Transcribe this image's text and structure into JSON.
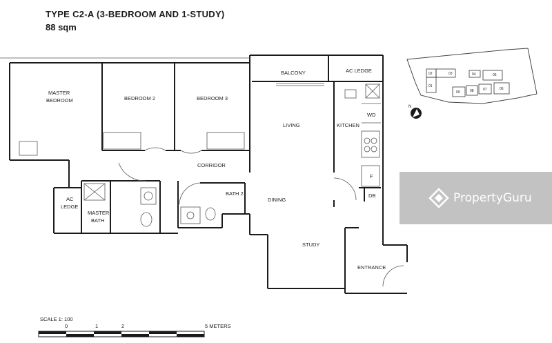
{
  "title": "TYPE C2-A (3-BEDROOM AND 1-STUDY)",
  "area": "88 sqm",
  "rooms": {
    "master_bedroom": [
      "MASTER",
      "BEDROOM"
    ],
    "bedroom_2": "BEDROOM 2",
    "bedroom_3": "BEDROOM 3",
    "balcony": "BALCONY",
    "ac_ledge_top": "AC LEDGE",
    "living": "LIVING",
    "kitchen": "KITCHEN",
    "wd": "WD",
    "fridge": "F",
    "db": "DB",
    "corridor": "CORRIDOR",
    "bath_2": "BATH 2",
    "dining": "DINING",
    "ac_ledge_left": [
      "AC",
      "LEDGE"
    ],
    "master_bath": [
      "MASTER",
      "BATH"
    ],
    "study": "STUDY",
    "entrance": "ENTRANCE"
  },
  "key_plan": {
    "units": [
      "02",
      "03",
      "01",
      "04",
      "05",
      "09",
      "08",
      "07",
      "06"
    ],
    "north": "N"
  },
  "scale": {
    "label": "SCALE 1: 100",
    "ticks": [
      "0",
      "1",
      "2",
      "5 METERS"
    ]
  },
  "watermark": "PropertyGuru"
}
